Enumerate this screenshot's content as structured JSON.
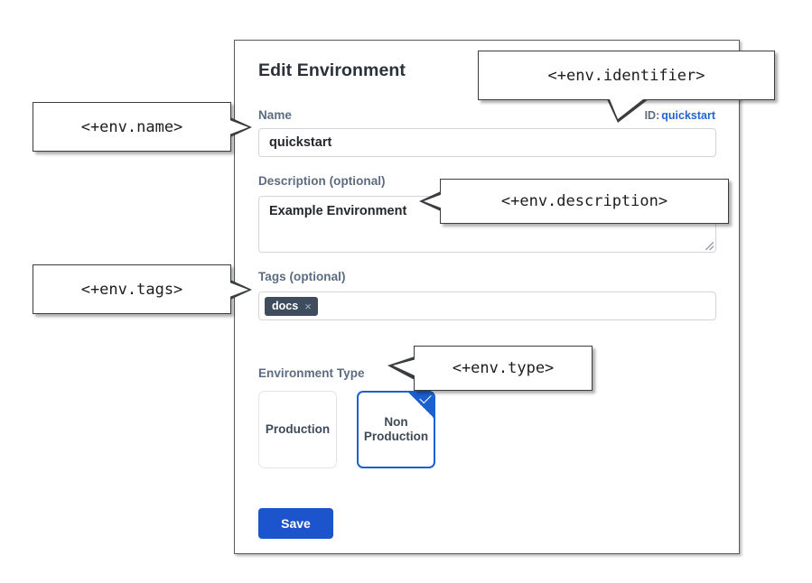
{
  "panel": {
    "title": "Edit Environment",
    "identifier": {
      "prefix": "ID:",
      "value": "quickstart"
    },
    "fields": {
      "name": {
        "label": "Name",
        "value": "quickstart",
        "placeholder": ""
      },
      "description": {
        "label": "Description (optional)",
        "value": "Example Environment",
        "placeholder": ""
      },
      "tags": {
        "label": "Tags (optional)",
        "chips": [
          {
            "label": "docs",
            "remove_icon": "×"
          }
        ]
      },
      "environment_type": {
        "label": "Environment Type",
        "options": [
          {
            "label": "Production",
            "selected": false
          },
          {
            "label": "Non Production",
            "selected": true
          }
        ]
      }
    },
    "save_label": "Save"
  },
  "callouts": [
    {
      "id": "name",
      "text": "<+env.name>"
    },
    {
      "id": "identifier",
      "text": "<+env.identifier>"
    },
    {
      "id": "description",
      "text": "<+env.description>"
    },
    {
      "id": "tags",
      "text": "<+env.tags>"
    },
    {
      "id": "type",
      "text": "<+env.type>"
    }
  ],
  "colors": {
    "accent_blue": "#1b54cc",
    "link_blue": "#2263d4",
    "label_slate": "#5c6c80",
    "chip_slate": "#3e4c5e",
    "selected_border": "#1b5fd0"
  }
}
